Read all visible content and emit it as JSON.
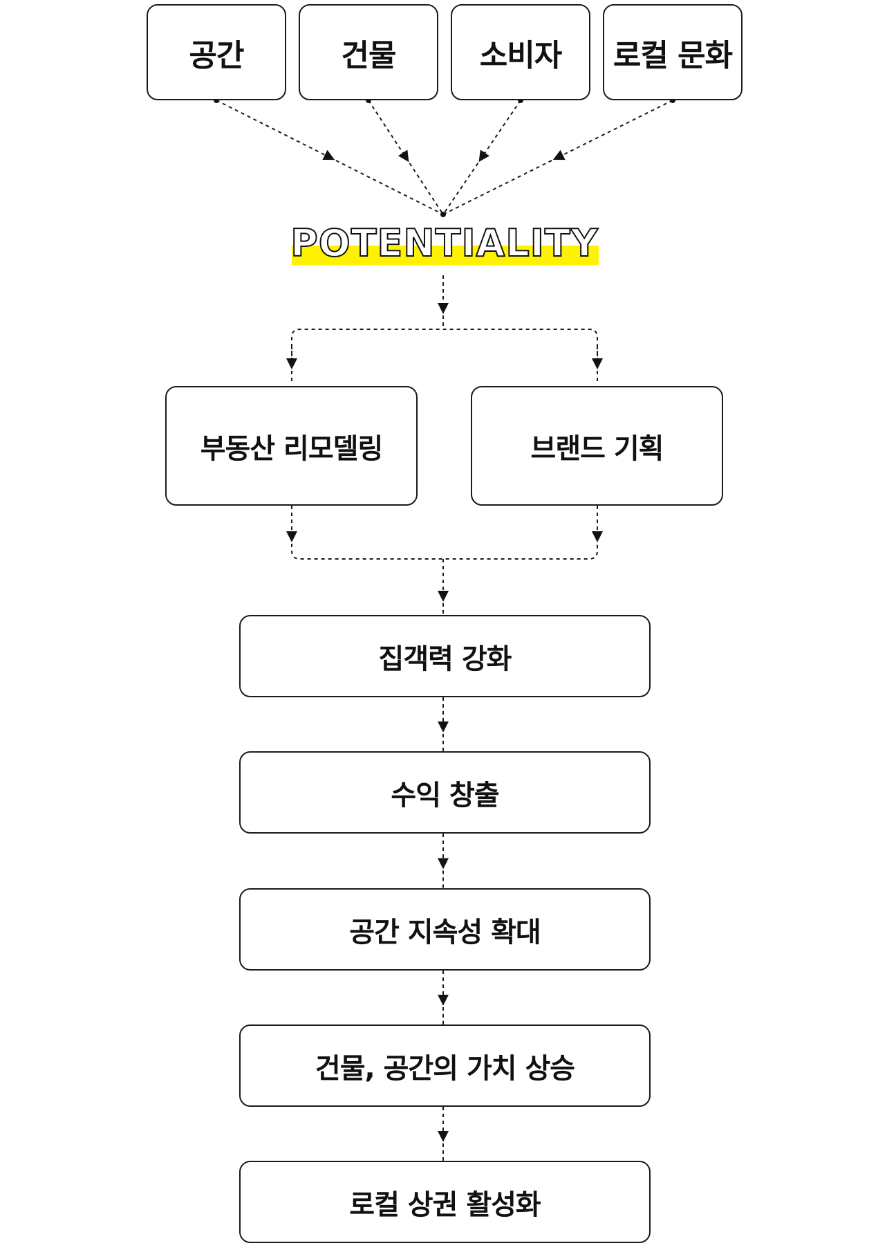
{
  "sources": [
    "공간",
    "건물",
    "소비자",
    "로컬 문화"
  ],
  "core": {
    "label": "POTENTIALITY",
    "highlight_color": "#fff200"
  },
  "branches": [
    "부동산 리모델링",
    "브랜드 기획"
  ],
  "chain": [
    "집객력 강화",
    "수익 창출",
    "공간 지속성 확대",
    "건물, 공간의 가치 상승",
    "로컬 상권 활성화"
  ],
  "style": {
    "line_color": "#1a1a1a",
    "connector_style": "dashed"
  }
}
